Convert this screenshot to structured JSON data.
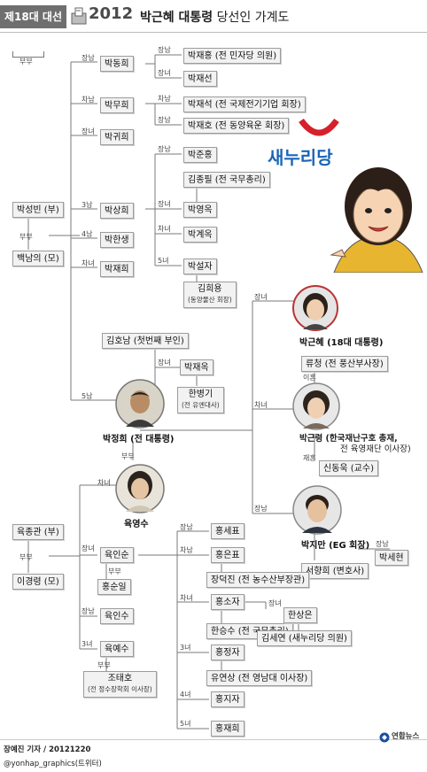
{
  "header": {
    "badge": "제18대 대선",
    "year": "2012",
    "title_bold": "박근혜 대통령",
    "title_rest": " 당선인 가계도"
  },
  "logo": {
    "text": "새누리당",
    "color_text": "#1a66b8",
    "color_arc": "#d6202a"
  },
  "legend": {
    "couple": "부부"
  },
  "grandparents": {
    "father": "박성빈 (부)",
    "couple": "부부",
    "mother": "백남의 (모)"
  },
  "park_siblings": [
    {
      "rel": "장남",
      "name": "박동희"
    },
    {
      "rel": "차남",
      "name": "박무희"
    },
    {
      "rel": "장녀",
      "name": "박귀희"
    },
    {
      "rel": "3남",
      "name": "박상희"
    },
    {
      "rel": "4남",
      "name": "박한생"
    },
    {
      "rel": "차녀",
      "name": "박재희"
    },
    {
      "rel": "5남",
      "name": ""
    }
  ],
  "nieces_nephews": [
    {
      "rel": "장남",
      "name": "박재홍 (전 민자당 의원)"
    },
    {
      "rel": "장녀",
      "name": "박재선"
    },
    {
      "rel": "차남",
      "name": "박재석 (전 국제전기기업 회장)"
    },
    {
      "rel": "장남",
      "name": "박재호 (전 동양육운 회장)"
    },
    {
      "rel": "장남",
      "name": "박준홍"
    },
    {
      "rel": "",
      "name": "김종필 (전 국무총리)"
    },
    {
      "rel": "장녀",
      "name": "박영옥"
    },
    {
      "rel": "차녀",
      "name": "박계옥"
    },
    {
      "rel": "5녀",
      "name": "박설자"
    },
    {
      "rel": "",
      "name": "김희용"
    },
    {
      "rel": "",
      "name": "(동양물산 회장)"
    }
  ],
  "parkjh": {
    "first_wife": "김호남 (첫번째 부인)",
    "daughter_rel": "장녀",
    "daughter": "박재옥",
    "son_in_law": "한병기",
    "son_in_law_title": "(전 유엔대사)",
    "name": "박정희 (전 대통령)",
    "couple": "부부",
    "wife_rel": "차녀",
    "wife": "육영수"
  },
  "children": {
    "c1_rel": "장녀",
    "c1": "박근혜 (18대 대통령)",
    "c2_rel": "차녀",
    "c2_line1": "박근령 (한국재난구호 총재,",
    "c2_line2": "전 육영재단 이사장)",
    "c2_ex": "류청 (전 풍산부사장)",
    "c2_ex_rel": "이혼",
    "c2_re_rel": "재혼",
    "c2_spouse": "신동욱 (교수)",
    "c3_rel": "장남",
    "c3": "박지만 (EG 회장)",
    "c3_spouse": "서향희 (변호사)",
    "c3_son_rel": "장남",
    "c3_son": "박세현"
  },
  "yuk_family": {
    "father": "육종관 (부)",
    "couple": "부부",
    "mother": "이경령 (모)",
    "sib1_rel": "장녀",
    "sib1": "육인순",
    "sib1_couple": "부부",
    "sib1_spouse": "홍순일",
    "sib2_rel": "장남",
    "sib2": "육인수",
    "sib3_rel": "3녀",
    "sib3": "육예수",
    "sib3_couple": "부부",
    "sib3_spouse": "조태호",
    "sib3_spouse_title": "(전 정수장학회 이사장)"
  },
  "hong_children": [
    {
      "rel": "장남",
      "name": "홍세표"
    },
    {
      "rel": "차남",
      "name": "홍은표"
    },
    {
      "rel": "",
      "name": "장덕진 (전 농수산부장관)"
    },
    {
      "rel": "차녀",
      "name": "홍소자"
    },
    {
      "rel": "",
      "name": "한승수 (전 국무총리)"
    },
    {
      "rel": "3녀",
      "name": "홍정자"
    },
    {
      "rel": "",
      "name": "유연상 (전 영남대 이사장)"
    },
    {
      "rel": "4녀",
      "name": "홍지자"
    },
    {
      "rel": "5녀",
      "name": "홍재희"
    }
  ],
  "han": {
    "rel": "장녀",
    "name": "한상은",
    "spouse": "김세연 (새누리당 의원)"
  },
  "footer": {
    "author": "장예진 기자 / 20121220",
    "twitter": "@yonhap_graphics(트위터)",
    "agency": "연합뉴스"
  }
}
